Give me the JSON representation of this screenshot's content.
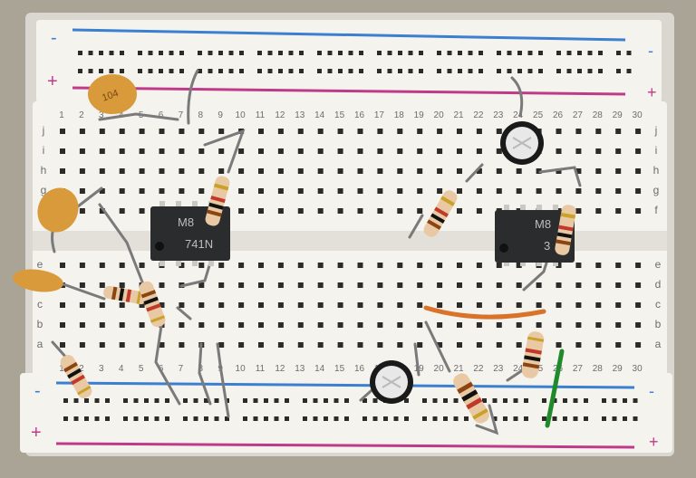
{
  "colors": {
    "background": "#a9a496",
    "board": "#f4f3ee",
    "rail_blue": "#3a7fd0",
    "rail_red": "#c03a8a",
    "hole": "#2c2b28",
    "ic_body": "#2a2c2e",
    "resistor_body": "#e9c9a4",
    "ceramic_cap": "#d99a3c",
    "electrolytic_cap": "#1a1a1a",
    "wire_orange": "#d9732a",
    "wire_green": "#1f8a2a",
    "lead": "#7a7a7a"
  },
  "board": {
    "rail_minus": "-",
    "rail_plus": "+",
    "row_letters_top": [
      "j",
      "i",
      "h",
      "g",
      "f"
    ],
    "row_letters_bottom": [
      "e",
      "d",
      "c",
      "b",
      "a"
    ],
    "column_numbers": [
      "1",
      "2",
      "3",
      "4",
      "5",
      "6",
      "7",
      "8",
      "9",
      "10",
      "11",
      "12",
      "13",
      "14",
      "15",
      "16",
      "17",
      "18",
      "19",
      "20",
      "21",
      "22",
      "23",
      "24",
      "25",
      "26",
      "27",
      "28",
      "29",
      "30"
    ]
  },
  "components": {
    "ic_left": {
      "marking_top": "M8",
      "marking_bottom": "741N"
    },
    "ic_right": {
      "marking_top": "M8",
      "marking_bottom": "3"
    },
    "ceramic_cap_label": "104"
  }
}
